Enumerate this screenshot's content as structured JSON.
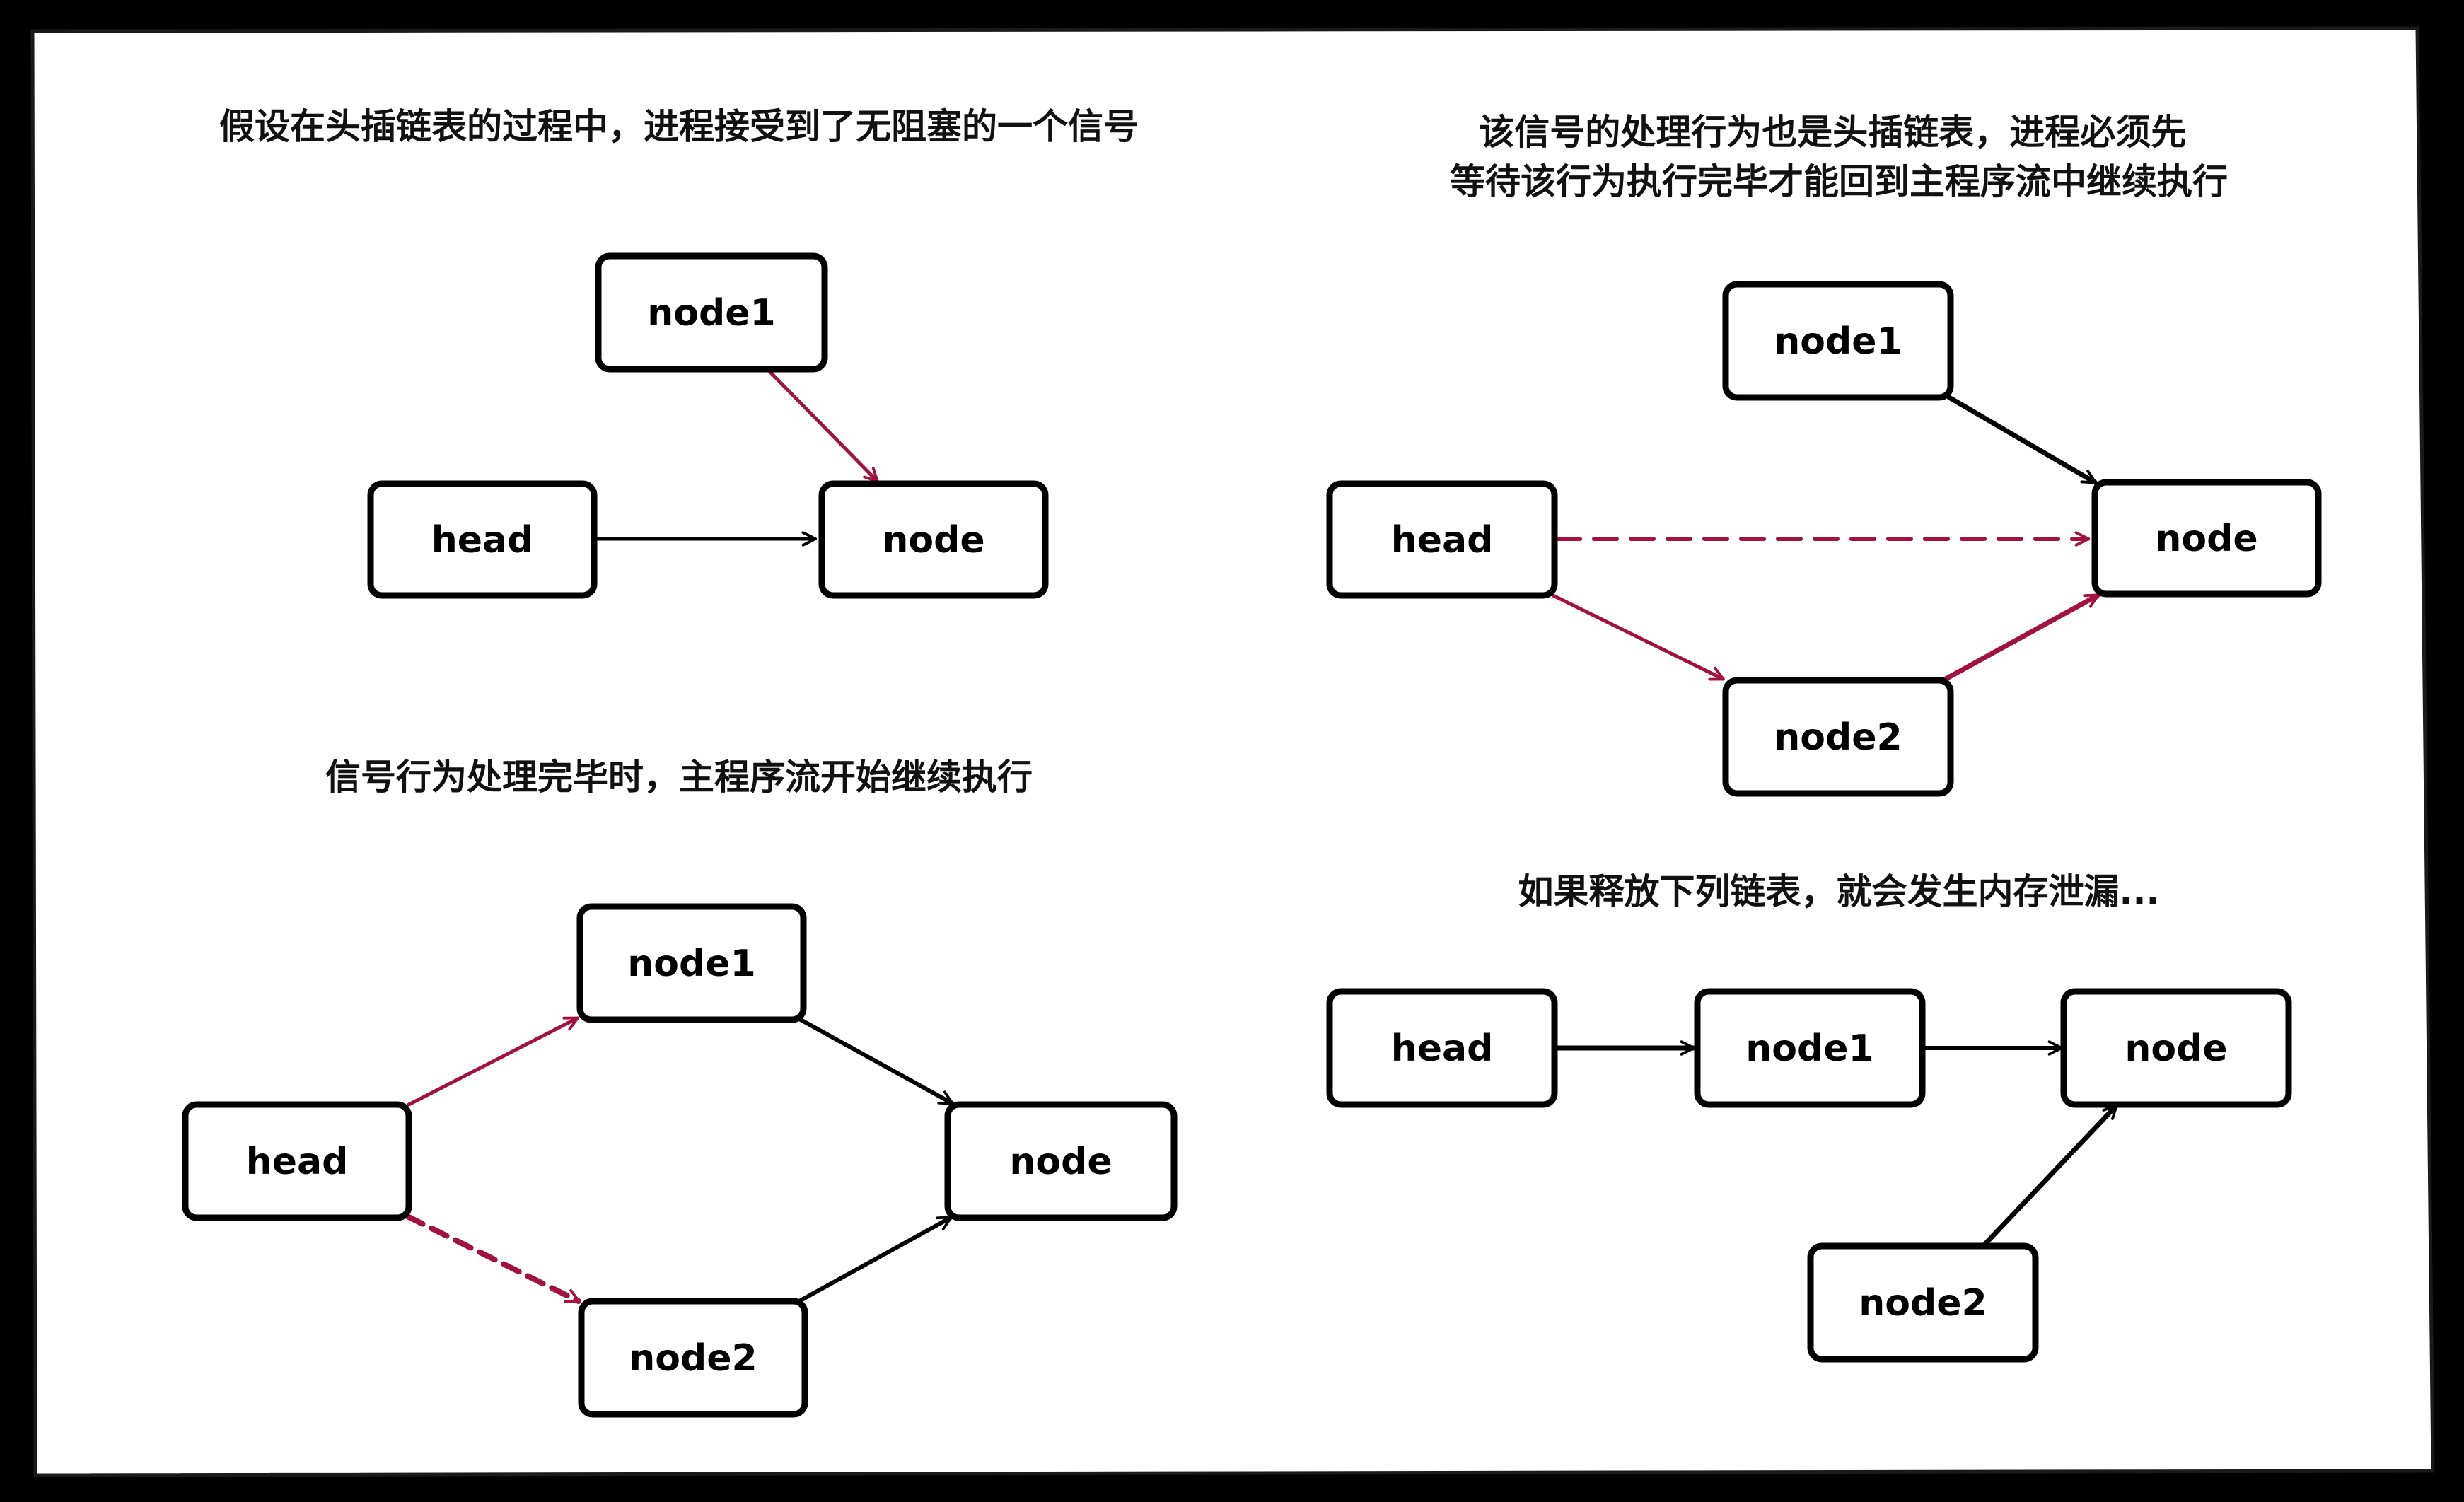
{
  "colors": {
    "background": "#000000",
    "panel": "#ffffff",
    "stroke": "#000000",
    "highlight": "#a3123f"
  },
  "panels": [
    {
      "caption_lines": [
        "假设在头插链表的过程中，进程接受到了无阻塞的一个信号"
      ],
      "nodes": [
        {
          "id": "node1",
          "label": "node1"
        },
        {
          "id": "head",
          "label": "head"
        },
        {
          "id": "node",
          "label": "node"
        }
      ],
      "edges": [
        {
          "from": "node1",
          "to": "node",
          "color": "highlight",
          "dashed": false
        },
        {
          "from": "head",
          "to": "node",
          "color": "stroke",
          "dashed": false
        }
      ]
    },
    {
      "caption_lines": [
        "该信号的处理行为也是头插链表，进程必须先",
        "等待该行为执行完毕才能回到主程序流中继续执行"
      ],
      "nodes": [
        {
          "id": "node1",
          "label": "node1"
        },
        {
          "id": "head",
          "label": "head"
        },
        {
          "id": "node",
          "label": "node"
        },
        {
          "id": "node2",
          "label": "node2"
        }
      ],
      "edges": [
        {
          "from": "node1",
          "to": "node",
          "color": "stroke",
          "dashed": false
        },
        {
          "from": "head",
          "to": "node",
          "color": "highlight",
          "dashed": true
        },
        {
          "from": "head",
          "to": "node2",
          "color": "highlight",
          "dashed": false
        },
        {
          "from": "node2",
          "to": "node",
          "color": "highlight",
          "dashed": false
        }
      ]
    },
    {
      "caption_lines": [
        "信号行为处理完毕时，主程序流开始继续执行"
      ],
      "nodes": [
        {
          "id": "node1",
          "label": "node1"
        },
        {
          "id": "head",
          "label": "head"
        },
        {
          "id": "node",
          "label": "node"
        },
        {
          "id": "node2",
          "label": "node2"
        }
      ],
      "edges": [
        {
          "from": "head",
          "to": "node1",
          "color": "highlight",
          "dashed": false
        },
        {
          "from": "node1",
          "to": "node",
          "color": "stroke",
          "dashed": false
        },
        {
          "from": "head",
          "to": "node2",
          "color": "highlight",
          "dashed": true
        },
        {
          "from": "node2",
          "to": "node",
          "color": "stroke",
          "dashed": false
        }
      ]
    },
    {
      "caption_lines": [
        "如果释放下列链表，就会发生内存泄漏..."
      ],
      "nodes": [
        {
          "id": "head",
          "label": "head"
        },
        {
          "id": "node1",
          "label": "node1"
        },
        {
          "id": "node",
          "label": "node"
        },
        {
          "id": "node2",
          "label": "node2"
        }
      ],
      "edges": [
        {
          "from": "head",
          "to": "node1",
          "color": "stroke",
          "dashed": false
        },
        {
          "from": "node1",
          "to": "node",
          "color": "stroke",
          "dashed": false
        },
        {
          "from": "node2",
          "to": "node",
          "color": "stroke",
          "dashed": false
        }
      ]
    }
  ]
}
